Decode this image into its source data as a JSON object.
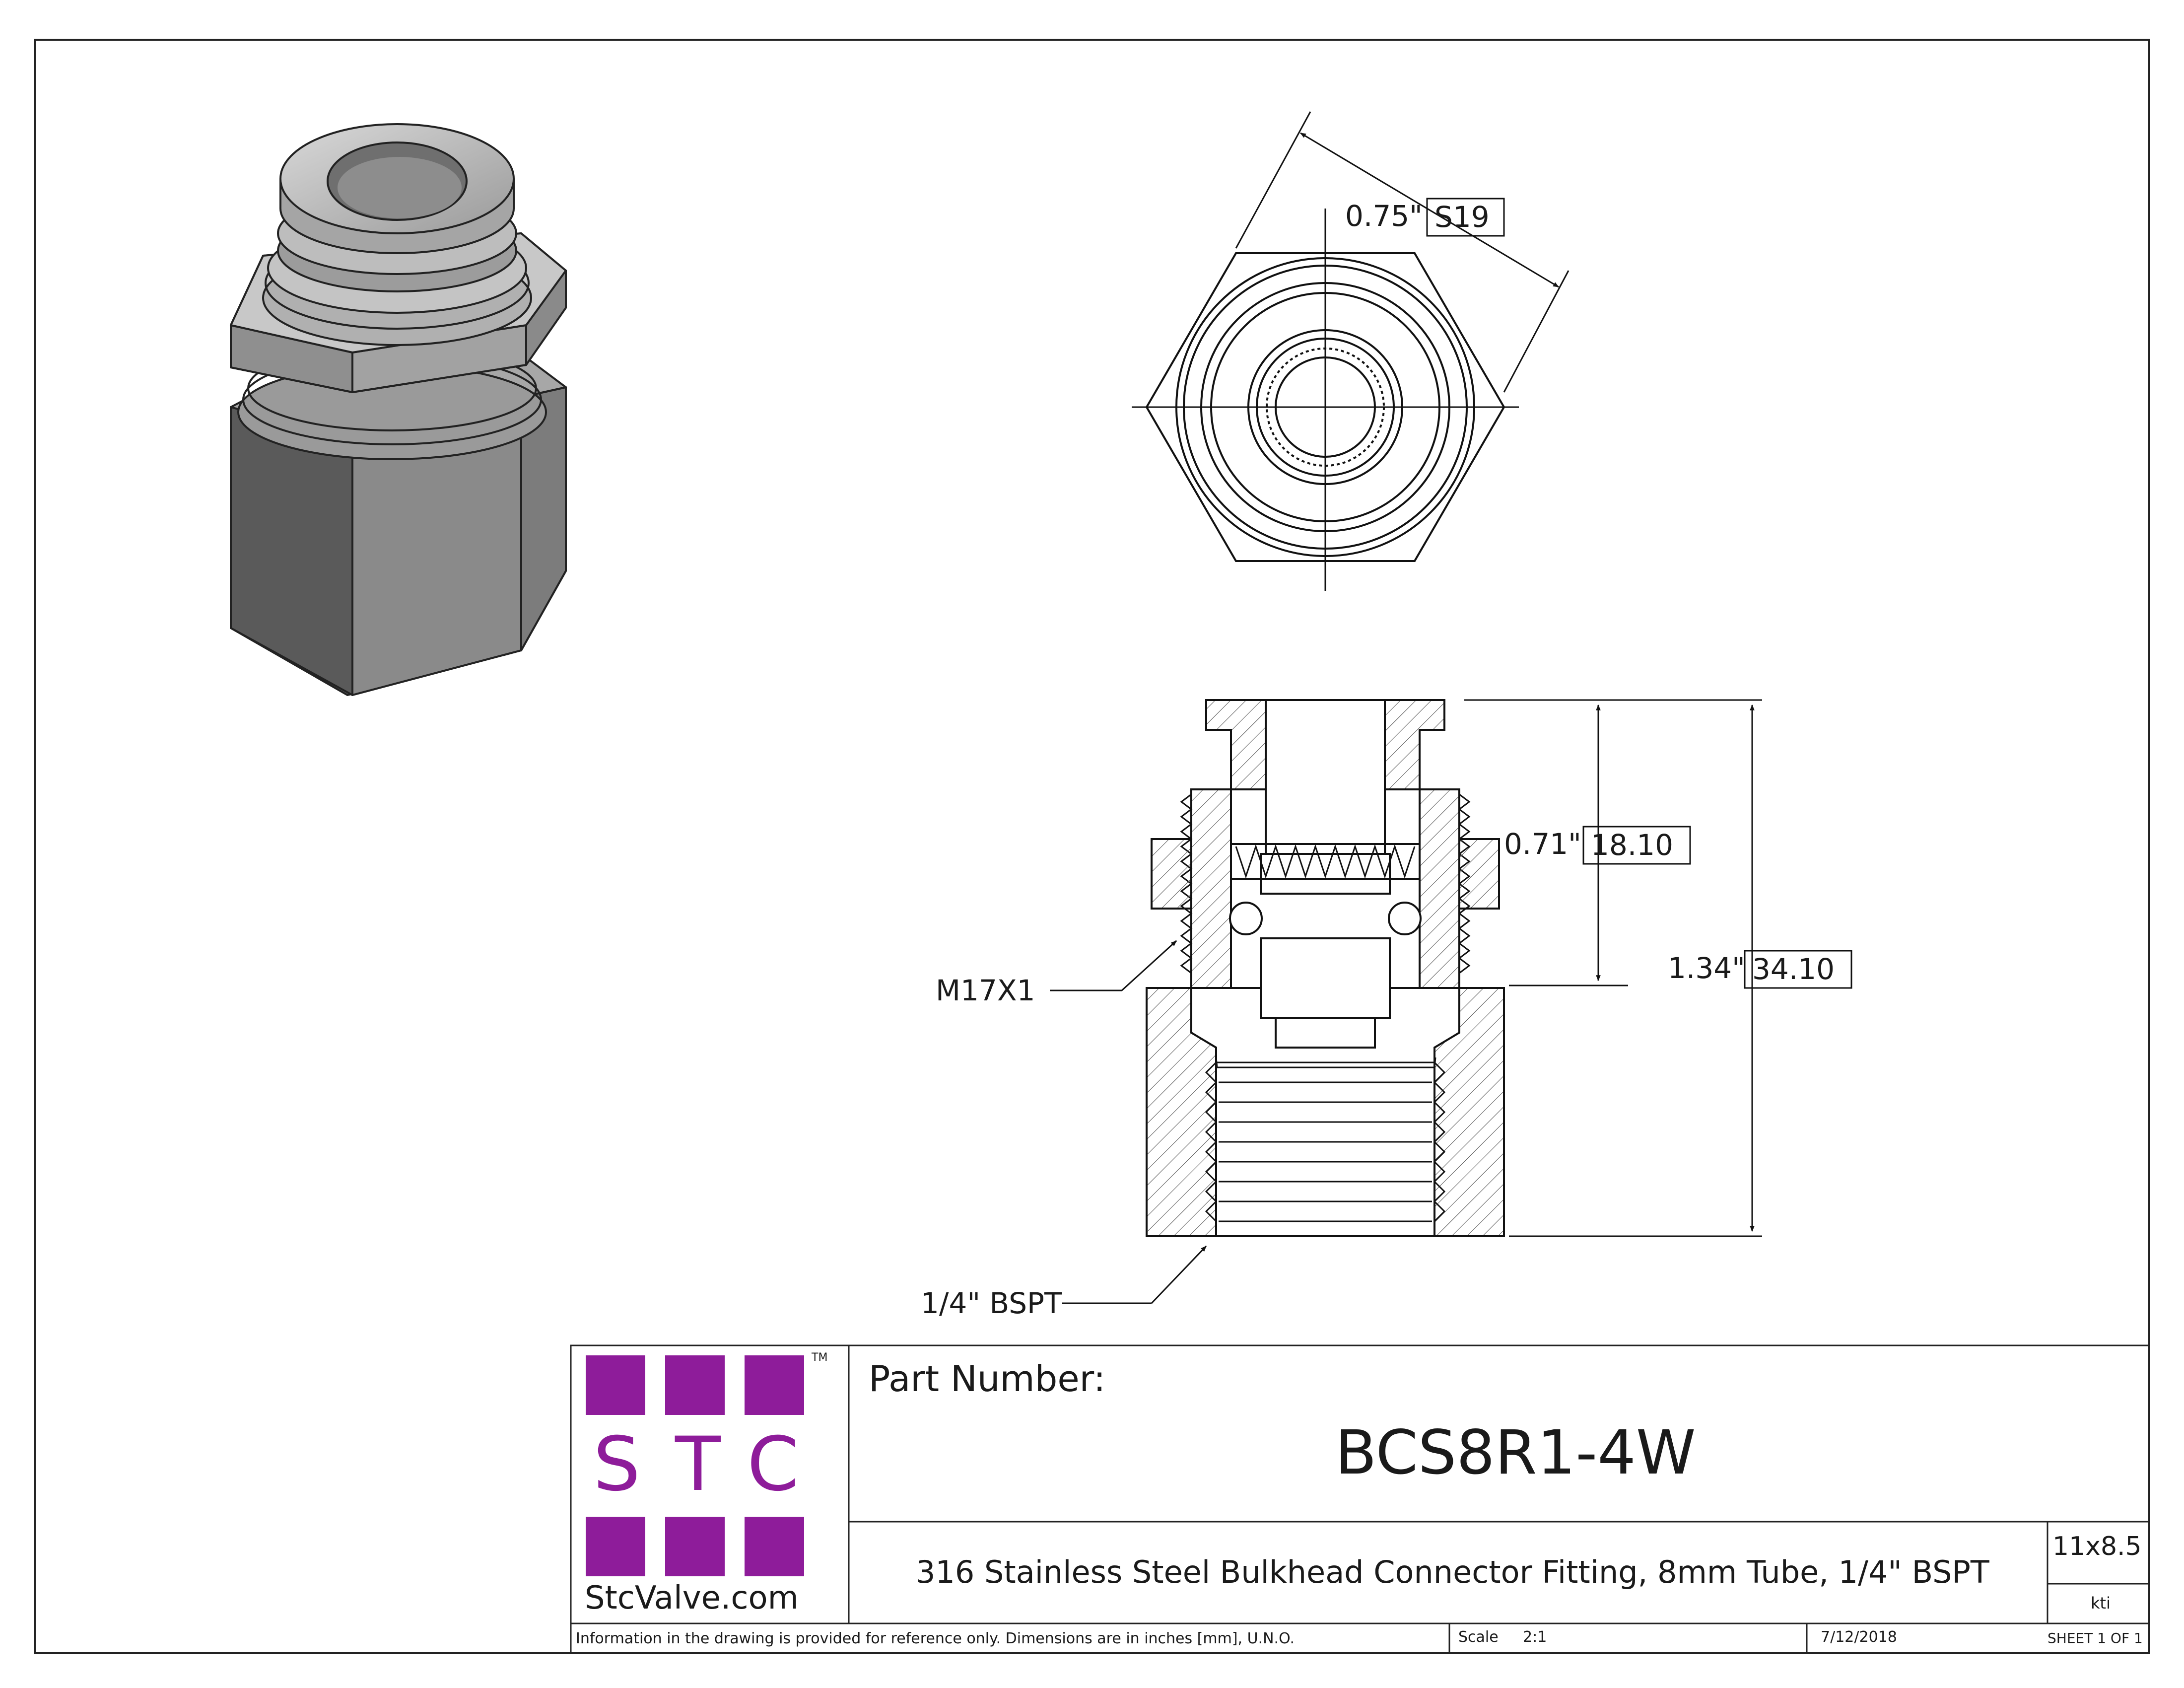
{
  "dimensions": {
    "hex_flat": "0.75\"",
    "hex_flat_metric": "S19",
    "upper_height": "0.71\"",
    "upper_height_metric": "18.10",
    "overall_height": "1.34\"",
    "overall_height_metric": "34.10"
  },
  "callouts": {
    "thread_upper": "M17X1",
    "thread_lower": "1/4\" BSPT"
  },
  "logo": {
    "letters": [
      "S",
      "T",
      "C"
    ],
    "trademark": "TM",
    "website": "StcValve.com",
    "color": "#8e1c9a"
  },
  "title_block": {
    "part_number_label": "Part Number:",
    "part_number": "BCS8R1-4W",
    "description": "316 Stainless Steel Bulkhead Connector Fitting, 8mm Tube, 1/4\" BSPT",
    "paper_size": "11x8.5",
    "drawn_by": "kti",
    "disclaimer": "Information in the drawing is provided for reference only. Dimensions are in inches [mm], U.N.O.",
    "scale_label": "Scale",
    "scale_value": "2:1",
    "date": "7/12/2018",
    "sheet": "SHEET 1 OF 1"
  }
}
